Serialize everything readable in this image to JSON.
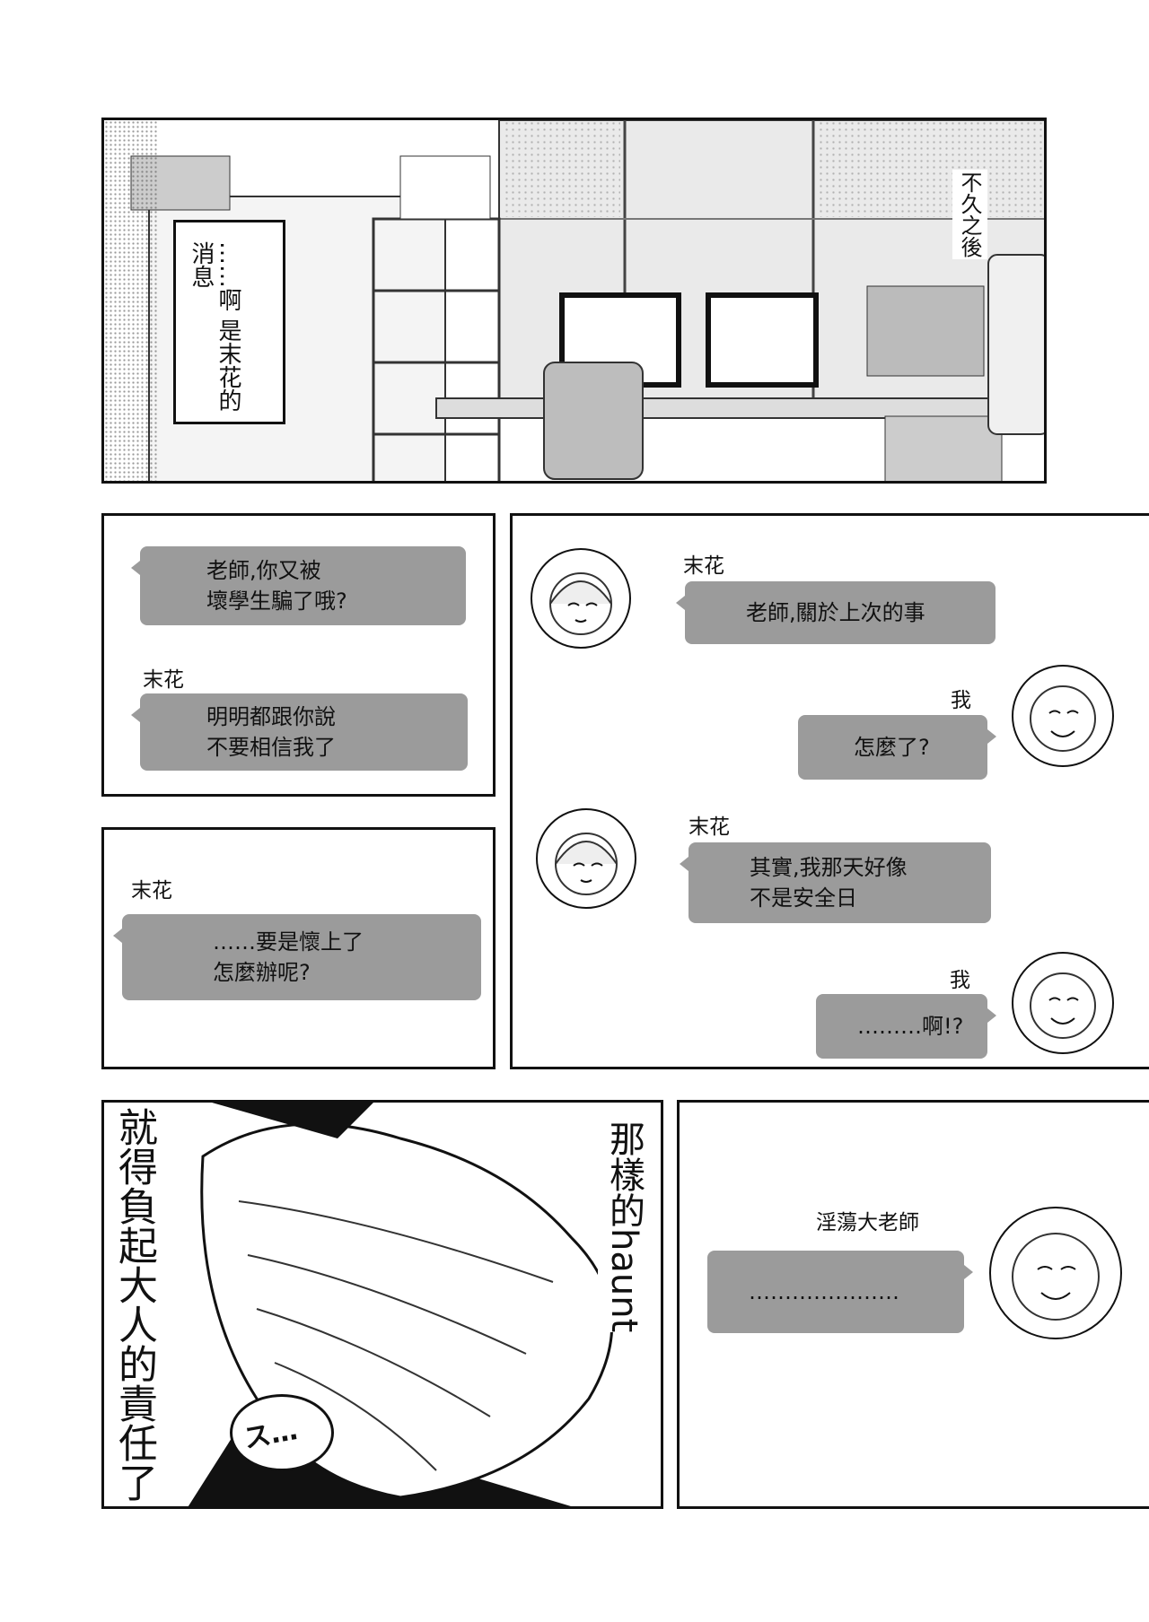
{
  "panel1": {
    "narration_top": "不久之後",
    "narration_box": "……啊 是末花的 消息"
  },
  "panel2": {
    "bubble1": [
      "老師,你又被",
      "壞學生騙了哦?"
    ],
    "name": "末花",
    "bubble2": [
      "明明都跟你說",
      "不要相信我了"
    ]
  },
  "panel3": {
    "chat": [
      {
        "name": "末花",
        "lines": [
          "老師,關於上次的事"
        ]
      },
      {
        "name": "我",
        "lines": [
          "怎麼了?"
        ]
      },
      {
        "name": "末花",
        "lines": [
          "其實,我那天好像",
          "不是安全日"
        ]
      },
      {
        "name": "我",
        "lines": [
          "………啊!?"
        ]
      }
    ]
  },
  "panel4": {
    "name": "末花",
    "bubble": [
      "……要是懷上了",
      "怎麼辦呢?"
    ]
  },
  "panel5": {
    "text_right": "那樣的haunt",
    "text_left": "就得負起大人的責任了",
    "sfx": "ス…"
  },
  "panel6": {
    "name": "淫蕩大老師",
    "bubble": "…………………"
  }
}
